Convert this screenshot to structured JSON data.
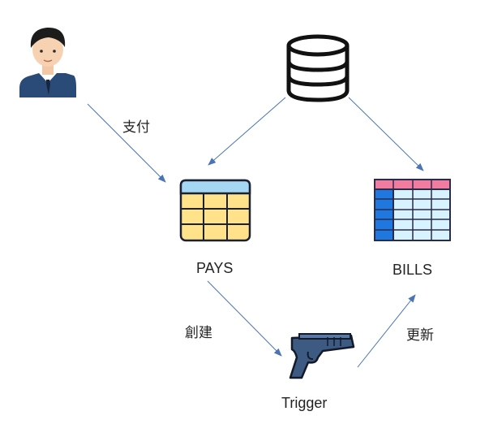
{
  "nodes": {
    "user": {
      "icon": "user-icon"
    },
    "database": {
      "icon": "database-icon"
    },
    "pays": {
      "label": "PAYS",
      "icon": "yellow-table-icon"
    },
    "bills": {
      "label": "BILLS",
      "icon": "blue-pink-table-icon"
    },
    "trigger": {
      "label": "Trigger",
      "icon": "pistol-icon"
    }
  },
  "edges": {
    "user_to_pays": "支付",
    "pays_to_trigger": "創建",
    "trigger_to_bills": "更新"
  },
  "colors": {
    "arrow": "#4a74b5",
    "pays_header": "#a6d7f2",
    "pays_body": "#ffe28a",
    "bills_header": "#f07ca0",
    "bills_body": "#d6f3ff",
    "bills_index": "#1f78e0",
    "outline": "#1b2033"
  }
}
